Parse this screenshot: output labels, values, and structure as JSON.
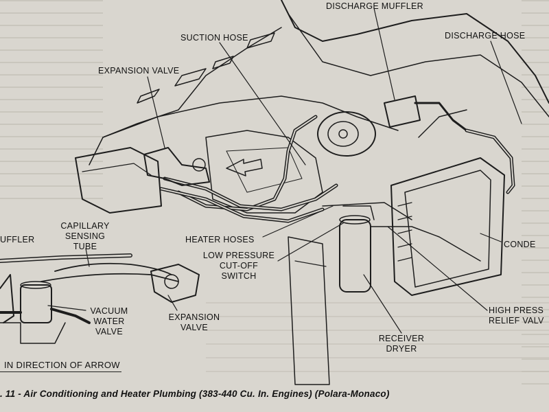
{
  "labels": {
    "discharge_muffler": "DISCHARGE MUFFLER",
    "suction_hose": "SUCTION HOSE",
    "discharge_hose": "DISCHARGE HOSE",
    "expansion_valve_top": "EXPANSION VALVE",
    "muffler_left": "UFFLER",
    "capillary_line1": "CAPILLARY",
    "capillary_line2": "SENSING",
    "capillary_line3": "TUBE",
    "heater_hoses": "HEATER HOSES",
    "low_pressure_line1": "LOW PRESSURE",
    "low_pressure_line2": "CUT-OFF",
    "low_pressure_line3": "SWITCH",
    "condenser": "CONDE",
    "vacuum_line1": "VACUUM",
    "vacuum_line2": "WATER",
    "vacuum_line3": "VALVE",
    "expansion_valve_bottom_line1": "EXPANSION",
    "expansion_valve_bottom_line2": "VALVE",
    "high_pressure_line1": "HIGH PRESS",
    "high_pressure_line2": "RELIEF VALV",
    "receiver_line1": "RECEIVER",
    "receiver_line2": "DRYER",
    "arrow_note": "IN DIRECTION OF ARROW"
  },
  "caption": ". 11 - Air Conditioning and Heater Plumbing (383-440 Cu. In. Engines) (Polara-Monaco)",
  "colors": {
    "paper": "#d9d6cf",
    "ink": "#1d1d1d"
  }
}
